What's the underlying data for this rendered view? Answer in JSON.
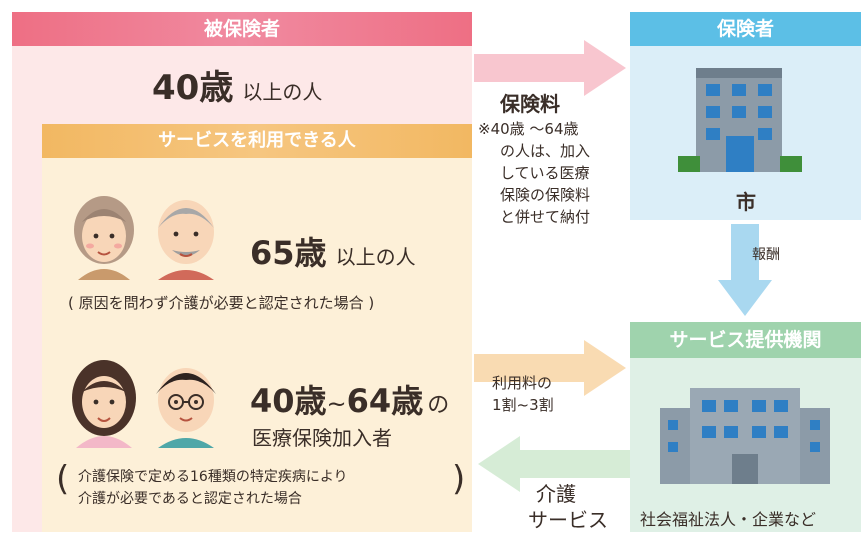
{
  "insured": {
    "header": "被保険者",
    "age_big": "40歳",
    "age_suffix": "以上の人"
  },
  "service_users": {
    "header": "サービスを利用できる人",
    "group65": {
      "age_big": "65歳",
      "age_suffix": "以上の人",
      "condition": "( 原因を問わず介護が必要と認定された場合 )"
    },
    "group40": {
      "age_big_a": "40歳",
      "tilde": "~",
      "age_big_b": "64歳",
      "particle": "の",
      "sub": "医療保険加入者",
      "condition_line1": "介護保険で定める16種類の特定疾病により",
      "condition_line2": "介護が必要であると認定された場合"
    }
  },
  "premium": {
    "title": "保険料",
    "note_lines": [
      "※40歳 〜64歳",
      "の人は、加入",
      "している医療",
      "保険の保険料",
      "と併せて納付"
    ]
  },
  "insurer": {
    "header": "保険者",
    "name": "市"
  },
  "reward": {
    "label": "報酬"
  },
  "usage_fee": {
    "lines": [
      "利用料の",
      "1割~3割"
    ]
  },
  "care_service": {
    "lines": [
      "介護",
      "サービス"
    ]
  },
  "provider": {
    "header": "サービス提供機関",
    "caption": "社会福祉法人・企業など"
  },
  "colors": {
    "pink_header": "#ee6f84",
    "pink_panel": "#fde8e8",
    "orange_header": "#f2b862",
    "cream_panel": "#fdf0d8",
    "blue_header": "#5cbfe6",
    "blue_panel": "#dbeef8",
    "green_header": "#9fd3ad",
    "green_panel": "#dff0e6"
  }
}
